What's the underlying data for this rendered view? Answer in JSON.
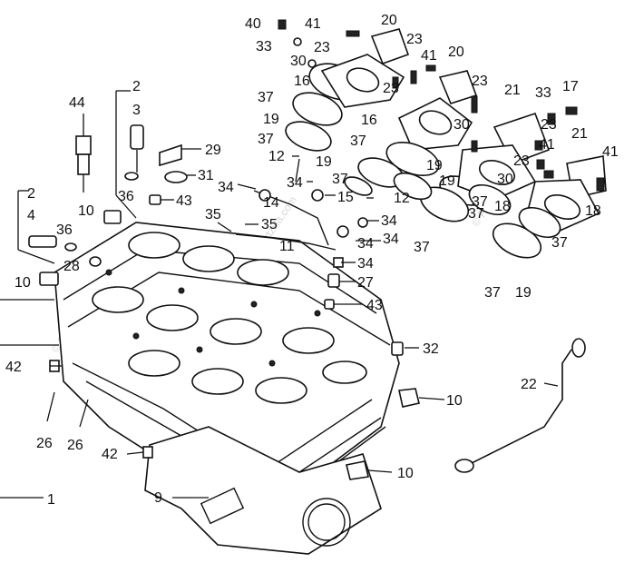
{
  "diagram": {
    "labels": {
      "p1": "1",
      "p2a": "2",
      "p2b": "2",
      "p3": "3",
      "p4": "4",
      "p9": "9",
      "p10a": "10",
      "p10b": "10",
      "p10c": "10",
      "p10d": "10",
      "p11": "11",
      "p12a": "12",
      "p12b": "12",
      "p14": "14",
      "p15": "15",
      "p16a": "16",
      "p16b": "16",
      "p17": "17",
      "p18a": "18",
      "p18b": "18",
      "p19a": "19",
      "p19b": "19",
      "p19c": "19",
      "p19d": "19",
      "p19e": "19",
      "p20a": "20",
      "p20b": "20",
      "p21a": "21",
      "p21b": "21",
      "p22": "22",
      "p23a": "23",
      "p23b": "23",
      "p23c": "23",
      "p23d": "23",
      "p23e": "23",
      "p23f": "23",
      "p26a": "26",
      "p26b": "26",
      "p27": "27",
      "p28": "28",
      "p29": "29",
      "p30a": "30",
      "p30b": "30",
      "p30c": "30",
      "p31": "31",
      "p32": "32",
      "p33a": "33",
      "p33b": "33",
      "p34a": "34",
      "p34b": "34",
      "p34c": "34",
      "p34d": "34",
      "p34e": "34",
      "p34f": "34",
      "p35a": "35",
      "p35b": "35",
      "p36a": "36",
      "p36b": "36",
      "p37a": "37",
      "p37b": "37",
      "p37c": "37",
      "p37d": "37",
      "p37e": "37",
      "p37f": "37",
      "p37g": "37",
      "p37h": "37",
      "p37i": "37",
      "p40": "40",
      "p41a": "41",
      "p41b": "41",
      "p41c": "41",
      "p41d": "41",
      "p42a": "42",
      "p42b": "42",
      "p43a": "43",
      "p43b": "43",
      "p44": "44"
    },
    "watermark": "© Partzilla.com"
  }
}
